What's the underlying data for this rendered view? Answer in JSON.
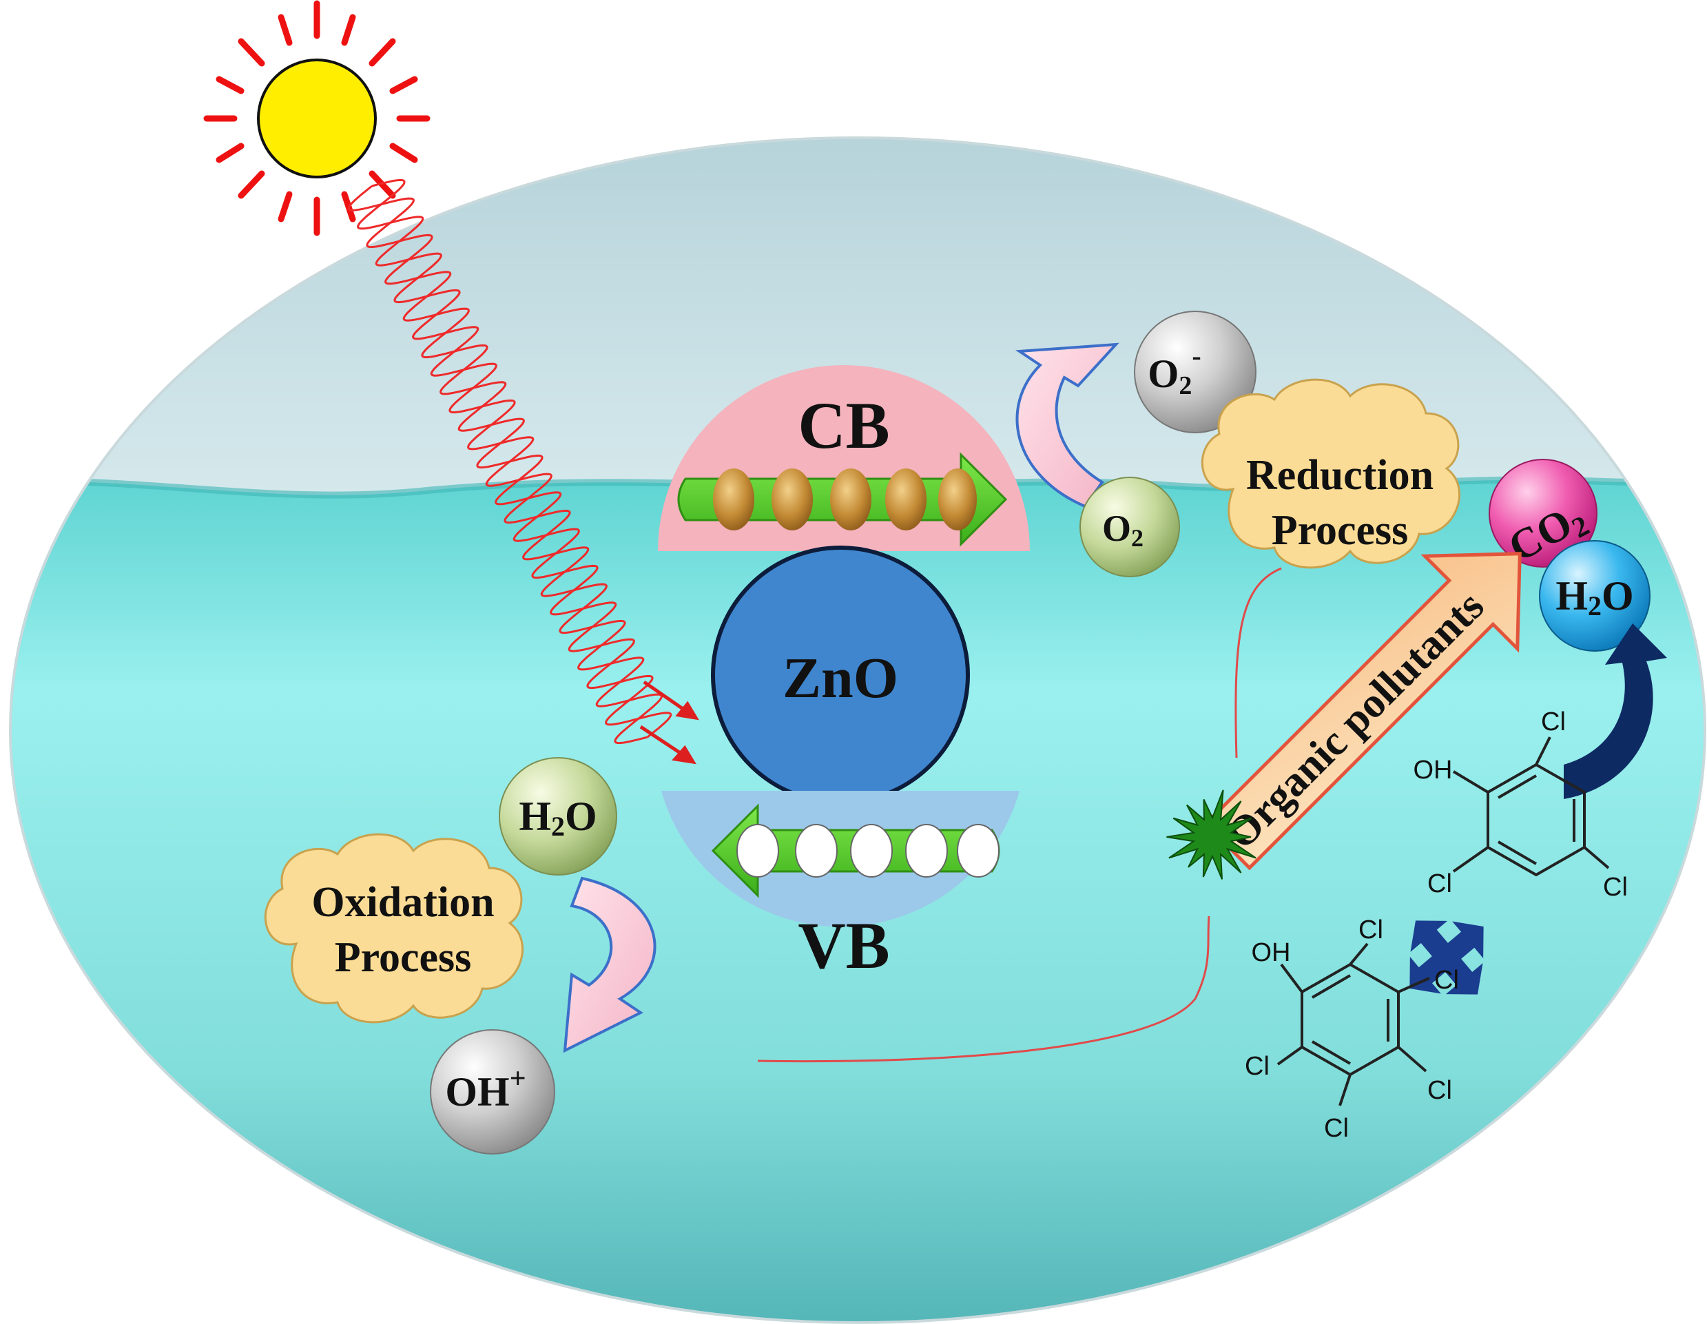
{
  "diagram": {
    "semiconductor": "ZnO",
    "conduction_band": "CB",
    "valence_band": "VB",
    "species": {
      "o2_radical_base": "O",
      "o2_radical_sub": "2",
      "o2_radical_sup": "-",
      "o2_base": "O",
      "o2_sub": "2",
      "h2o_left_a": "H",
      "h2o_left_sub": "2",
      "h2o_left_b": "O",
      "oh_base": "OH",
      "oh_sup": "+",
      "co2_base": "CO",
      "co2_sub": "2",
      "h2o_right_a": "H",
      "h2o_right_sub": "2",
      "h2o_right_b": "O"
    },
    "clouds": {
      "reduction_line1": "Reduction",
      "reduction_line2": "Process",
      "oxidation_line1": "Oxidation",
      "oxidation_line2": "Process"
    },
    "pollutant_arrow": "Organic pollutants",
    "molecules": {
      "oh": "OH",
      "cl": "Cl"
    }
  },
  "colors": {
    "sun": "#ffee00",
    "sun_rays": "#ee1111",
    "water": "#7fe0de",
    "sky": "#d9f1f4",
    "cb": "#f4b3bd",
    "vb": "#9cc8ea",
    "zno": "#3f86cf",
    "arrow_green": "#55d02a",
    "electron": "#c8903a",
    "hole": "#ffffff",
    "navy": "#0e2a63",
    "cloud": "#fbdc96",
    "co2": "#f04aa0",
    "h2o_right": "#2aaee8"
  }
}
